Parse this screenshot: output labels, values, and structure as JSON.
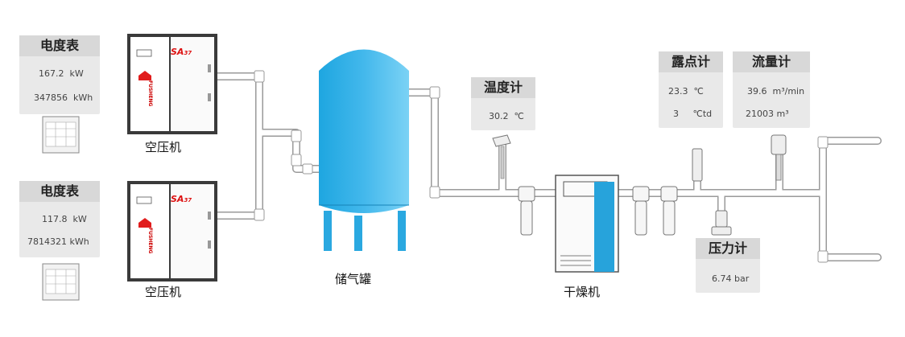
{
  "meters": [
    {
      "id": "meter1",
      "title": "电度表",
      "v1": "167.2",
      "u1": "kW",
      "v2": "347856",
      "u2": "kWh"
    },
    {
      "id": "meter2",
      "title": "电度表",
      "v1": "117.8",
      "u1": "kW",
      "v2": "7814321",
      "u2": "kWh"
    }
  ],
  "compressor": {
    "label": "空压机",
    "brand": "FUSHENG",
    "model": "SA",
    "model_sub": "37"
  },
  "tank": {
    "label": "储气罐"
  },
  "dryer": {
    "label": "干燥机"
  },
  "thermometer": {
    "title": "温度计",
    "value": "30.2",
    "unit": "℃"
  },
  "dewpoint": {
    "title": "露点计",
    "v1": "23.3",
    "u1": "℃",
    "v2": "3",
    "u2": "℃td"
  },
  "flow": {
    "title": "流量计",
    "v1": "39.6",
    "u1": "m³/min",
    "v2": "21003",
    "u2": "m³"
  },
  "pressure": {
    "title": "压力计",
    "value": "6.74",
    "unit": "bar"
  },
  "colors": {
    "pipe": "#ffffff",
    "pipe_outline": "#999999",
    "tank_top": "#1da4dd",
    "tank_mid": "#5ec8f1",
    "dryer_stripe": "#27a3db",
    "panel": "#e9e9e9",
    "panel_head": "#d8d8d8"
  }
}
